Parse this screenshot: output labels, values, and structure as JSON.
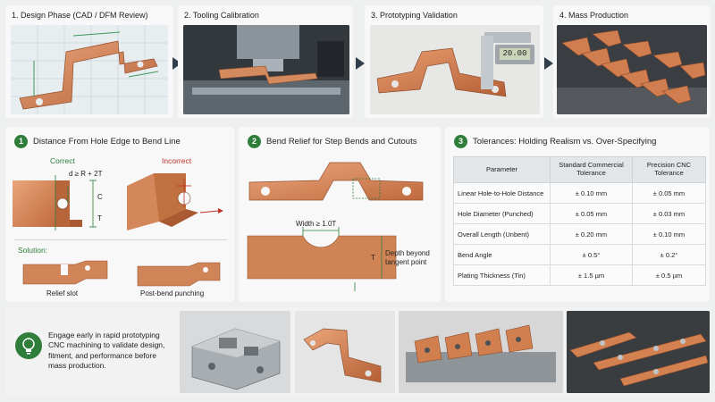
{
  "colors": {
    "accent_green": "#2e7d3a",
    "incorrect_red": "#c0332b",
    "copper": "#c7784a",
    "arrow": "#2f3e4a"
  },
  "phases": [
    {
      "label": "1. Design Phase (CAD / DFM Review)"
    },
    {
      "label": "2. Tooling Calibration"
    },
    {
      "label": "3. Prototyping Validation"
    },
    {
      "label": "4. Mass Production"
    }
  ],
  "caliper_readout": "20.00",
  "section1": {
    "number": "1",
    "title": "Distance From Hole Edge to Bend Line",
    "correct_label": "Correct",
    "incorrect_label": "Incorrect",
    "formula": "d ≥ R + 2T",
    "dim_d": "d",
    "dim_c": "C",
    "dim_t": "T",
    "solution_label": "Solution:",
    "relief_slot": "Relief slot",
    "post_bend": "Post-bend punching"
  },
  "section2": {
    "number": "2",
    "title": "Bend Relief for Step Bends and Cutouts",
    "width_label": "Width ≥ 1.0T",
    "depth_label": "Depth beyond\ntangent point",
    "dim_t": "T"
  },
  "section3": {
    "number": "3",
    "title": "Tolerances: Holding Realism vs. Over-Specifying",
    "headers": [
      "Parameter",
      "Standard Commercial Tolerance",
      "Precision CNC Tolerance"
    ],
    "rows": [
      [
        "Linear Hole-to-Hole Distance",
        "± 0.10 mm",
        "± 0.05 mm"
      ],
      [
        "Hole Diameter (Punched)",
        "± 0.05 mm",
        "± 0.03 mm"
      ],
      [
        "Overall Length (Unbent)",
        "± 0.20 mm",
        "± 0.10 mm"
      ],
      [
        "Bend Angle",
        "± 0.5°",
        "± 0.2°"
      ],
      [
        "Plating Thickness (Tin)",
        "± 1.5 µm",
        "± 0.5 µm"
      ]
    ]
  },
  "footer": {
    "tip_text": "Engage early in rapid prototyping CNC machining to validate design, fitment, and performance before mass production.",
    "icon": "lightbulb-icon"
  }
}
